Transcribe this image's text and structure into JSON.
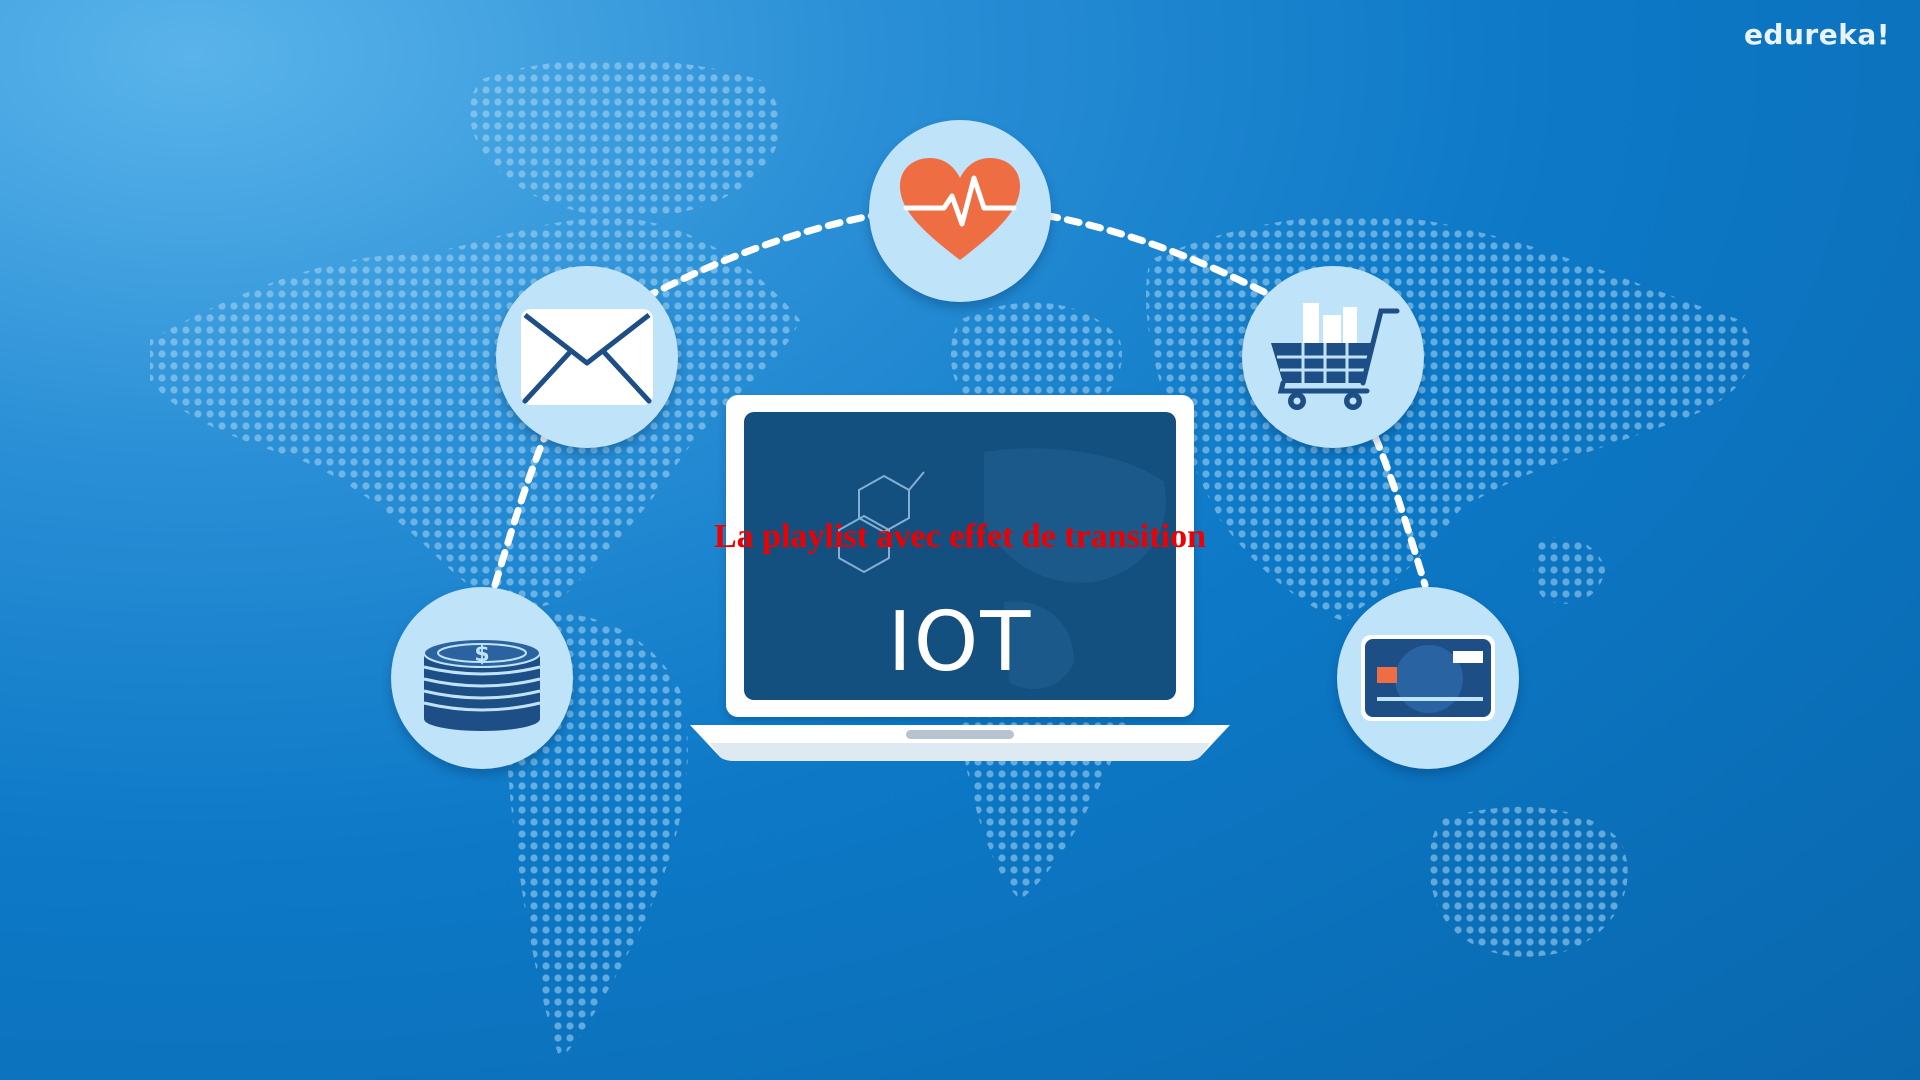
{
  "brand": {
    "logo_text": "edureka!"
  },
  "laptop": {
    "screen_text": "IOT"
  },
  "overlay": {
    "caption": "La playlist avec effet de transition"
  },
  "icons": [
    {
      "name": "coins-icon",
      "meaning": "payment coins"
    },
    {
      "name": "mail-icon",
      "meaning": "email"
    },
    {
      "name": "heartbeat-icon",
      "meaning": "health"
    },
    {
      "name": "shopping-cart-icon",
      "meaning": "shopping"
    },
    {
      "name": "credit-card-icon",
      "meaning": "card payment"
    }
  ],
  "colors": {
    "background": "#0d79c7",
    "circle": "#bfe3f9",
    "heart": "#ef6d42",
    "navy": "#1d4e86",
    "caption": "#ee0000"
  }
}
